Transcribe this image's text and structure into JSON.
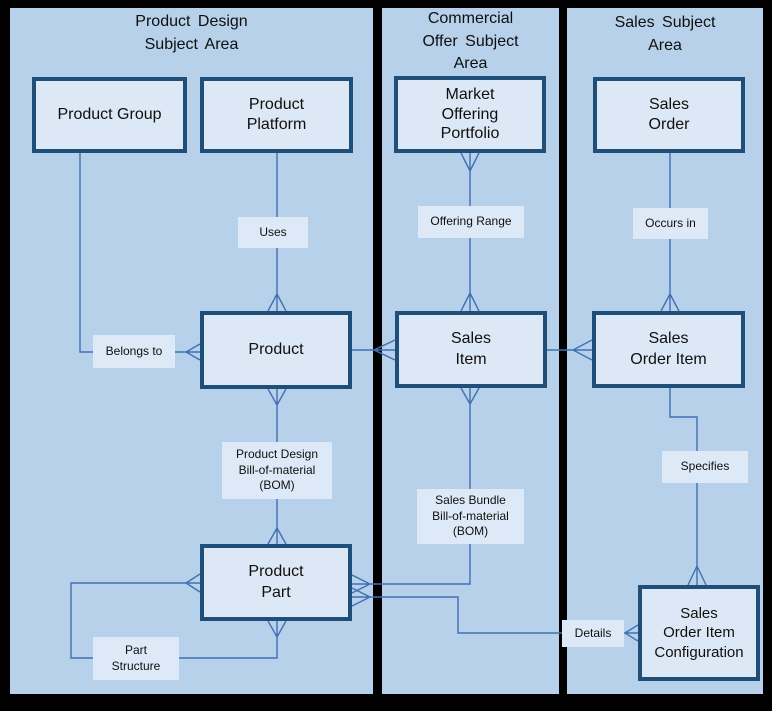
{
  "colors": {
    "background": "#000000",
    "panel_fill": "#b6d1e9",
    "entity_fill": "#dce8f5",
    "entity_border": "#1f4e79",
    "connector_line": "#4170b4",
    "label_fill": "#dde9f6",
    "text": "#0f0f0f"
  },
  "panels": {
    "product_design": {
      "title": "Product Design\nSubject Area"
    },
    "commercial_offer": {
      "title": "Commercial\nOffer Subject\nArea"
    },
    "sales": {
      "title": "Sales Subject\nArea"
    }
  },
  "entities": {
    "product_group": {
      "label": "Product Group"
    },
    "product_platform": {
      "label": "Product\nPlatform"
    },
    "market_offering_portfolio": {
      "label": "Market\nOffering\nPortfolio"
    },
    "sales_order": {
      "label": "Sales\nOrder"
    },
    "product": {
      "label": "Product"
    },
    "sales_item": {
      "label": "Sales\nItem"
    },
    "sales_order_item": {
      "label": "Sales\nOrder Item"
    },
    "product_part": {
      "label": "Product\nPart"
    },
    "sales_order_item_configuration": {
      "label": "Sales\nOrder Item\nConfiguration"
    }
  },
  "relationships": [
    {
      "from": "Product Group",
      "to": "Product",
      "label": "Belongs to",
      "cardinality": "one-to-many",
      "many_side": "Product"
    },
    {
      "from": "Product Platform",
      "to": "Product",
      "label": "Uses",
      "cardinality": "one-to-many",
      "many_side": "Product"
    },
    {
      "from": "Market Offering Portfolio",
      "to": "Sales Item",
      "label": "Offering Range",
      "cardinality": "many-to-many",
      "many_side": "both"
    },
    {
      "from": "Sales Order",
      "to": "Sales Order Item",
      "label": "Occurs in",
      "cardinality": "one-to-many",
      "many_side": "Sales Order Item"
    },
    {
      "from": "Product",
      "to": "Sales Item",
      "label": "",
      "cardinality": "one-to-many",
      "many_side": "Sales Item"
    },
    {
      "from": "Sales Item",
      "to": "Sales Order Item",
      "label": "",
      "cardinality": "one-to-many",
      "many_side": "Sales Order Item"
    },
    {
      "from": "Product",
      "to": "Product Part",
      "label": "Product Design\nBill-of-material\n(BOM)",
      "cardinality": "many-to-many",
      "many_side": "both"
    },
    {
      "from": "Product Part",
      "to": "Product Part",
      "label": "Part\nStructure",
      "cardinality": "many-to-many",
      "many_side": "both"
    },
    {
      "from": "Sales Item",
      "to": "Product Part",
      "label": "Sales Bundle\nBill-of-material\n(BOM)",
      "cardinality": "many-to-many",
      "many_side": "both"
    },
    {
      "from": "Product Part",
      "to": "Sales Order Item Configuration",
      "label": "Details",
      "cardinality": "many-to-many",
      "many_side": "both"
    },
    {
      "from": "Sales Order Item",
      "to": "Sales Order Item Configuration",
      "label": "Specifies",
      "cardinality": "one-to-many",
      "many_side": "Sales Order Item Configuration"
    }
  ]
}
